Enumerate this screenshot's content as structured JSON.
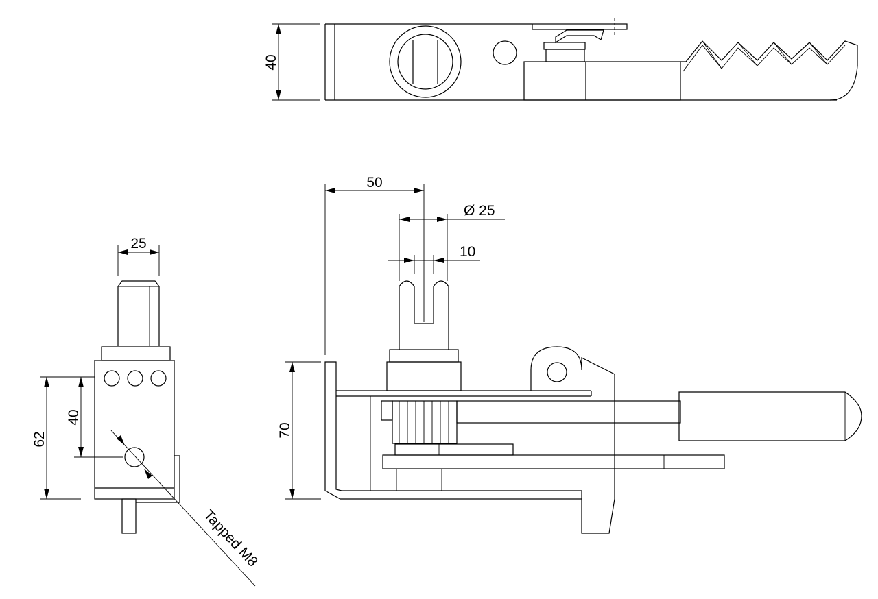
{
  "dimensions": {
    "top_height": "40",
    "pin_width": "25",
    "bottom_62": "62",
    "bottom_40": "40",
    "offset_50": "50",
    "dia_25": "Ø 25",
    "slot_10": "10",
    "height_70": "70"
  },
  "annotations": {
    "thread": "Tapped M8"
  }
}
